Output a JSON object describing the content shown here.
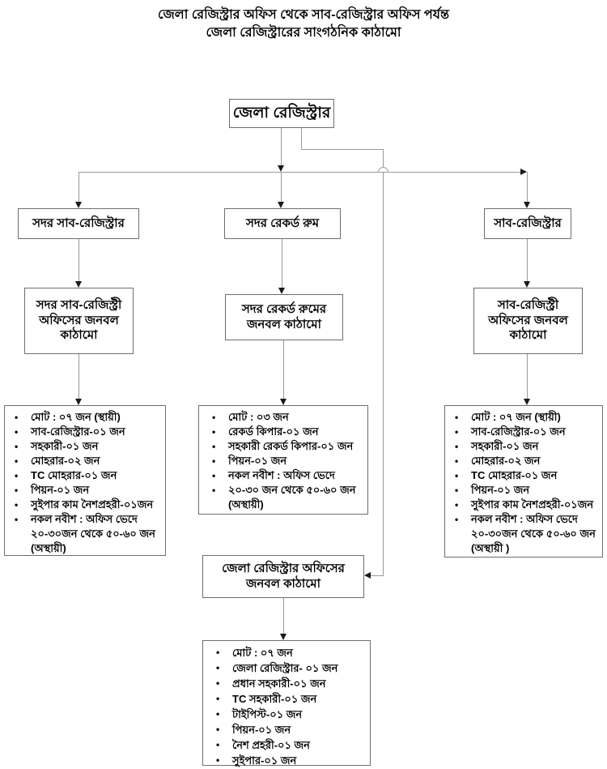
{
  "title": {
    "line1": "জেলা রেজিস্ট্রার অফিস থেকে সাব-রেজিস্ট্রার অফিস পর্যন্ত",
    "line2": "জেলা রেজিস্ট্রারের সাংগঠনিক কাঠামো"
  },
  "glyphs": {
    "bullet": "•"
  },
  "colors": {
    "background": "#ffffff",
    "text": "#000000",
    "box_border": "#6e6e6e",
    "connector_line": "#9a9a9a",
    "arrowhead": "#1a1a1a"
  },
  "nodes": {
    "root": {
      "label": "জেলা রেজিস্ট্রার"
    },
    "left_office": {
      "label": "সদর সাব-রেজিস্ট্রার"
    },
    "middle_office": {
      "label": "সদর রেকর্ড রুম"
    },
    "right_office": {
      "label": "সাব-রেজিস্ট্রার"
    },
    "left_structure": {
      "line1": "সদর সাব-রেজিস্ট্রী",
      "line2": "অফিসের জনবল",
      "line3": "কাঠামো"
    },
    "middle_structure": {
      "line1": "সদর রেকর্ড রুমের",
      "line2": "জনবল কাঠামো"
    },
    "right_structure": {
      "line1": "সাব-রেজিস্ট্রী",
      "line2": "অফিসের জনবল",
      "line3": "কাঠামো"
    },
    "district_office_structure": {
      "line1": "জেলা রেজিস্ট্রার অফিসের",
      "line2": "জনবল কাঠামো"
    }
  },
  "lists": {
    "left": {
      "items": [
        "মোট : ০৭ জন (স্থায়ী)",
        "সাব-রেজিস্ট্রার-০১ জন",
        "সহকারী-০১ জন",
        "মোহরার-০২ জন",
        "TC মোহরার-০১ জন",
        "পিয়ন-০১ জন",
        "সুইপার কাম নৈশপ্রহরী-০১জন",
        "নকল নবীশ : অফিস ভেদে ২০-৩০জন থেকে ৫০-৬০ জন (অস্থায়ী)"
      ]
    },
    "middle": {
      "items": [
        "মোট : ০৩ জন",
        "রেকর্ড কিপার-০১ জন",
        "সহকারী রেকর্ড কিপার-০১ জন",
        "পিয়ন-০১ জন",
        "নকল নবীশ : অফিস ভেদে",
        "২০-৩০ জন থেকে ৫০-৬০ জন (অস্থায়ী)"
      ]
    },
    "right": {
      "items": [
        "মোট : ০৭ জন (স্থায়ী)",
        "সাব-রেজিস্ট্রার-০১ জন",
        "সহকারী-০১ জন",
        "মোহরার-০২ জন",
        "TC মোহরার-০১ জন",
        "পিয়ন-০১ জন",
        "সুইপার কাম নৈশপ্রহরী-০১জন",
        "নকল নবীশ : অফিস ভেদে ২০-৩০জন থেকে ৫০-৬০ জন (অস্থায়ী )"
      ]
    },
    "bottom": {
      "items": [
        "মোট : ০৭ জন",
        "জেলা রেজিস্ট্রার- ০১ জন",
        "প্রধান সহকারী-০১ জন",
        "TC সহকারী-০১ জন",
        "টাইপিস্ট-০১ জন",
        "পিয়ন-০১ জন",
        "নৈশ প্রহরী-০১ জন",
        "সুইপার-০১ জন"
      ]
    }
  }
}
